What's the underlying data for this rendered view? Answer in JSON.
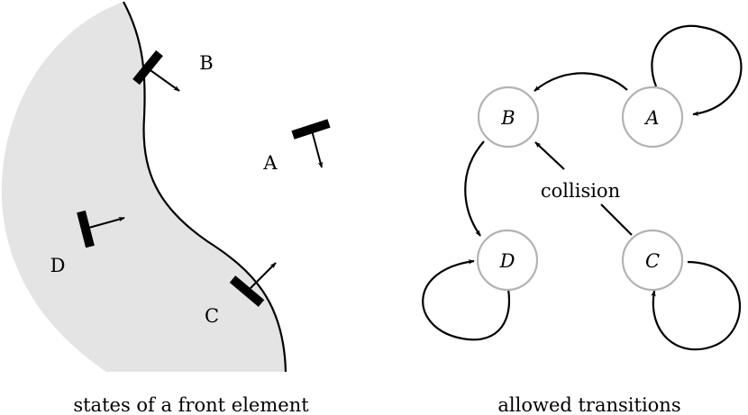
{
  "colors": {
    "region_fill": "#e4e4e4",
    "stroke": "#000000",
    "node_stroke": "#b3b3b3",
    "node_fill": "#ffffff"
  },
  "left_panel": {
    "caption": "states of a front element",
    "elements": [
      {
        "id": "A",
        "label": "A"
      },
      {
        "id": "B",
        "label": "B"
      },
      {
        "id": "C",
        "label": "C"
      },
      {
        "id": "D",
        "label": "D"
      }
    ]
  },
  "right_panel": {
    "caption": "allowed transitions",
    "nodes": [
      {
        "id": "A",
        "label": "A"
      },
      {
        "id": "B",
        "label": "B"
      },
      {
        "id": "C",
        "label": "C"
      },
      {
        "id": "D",
        "label": "D"
      }
    ],
    "edges": [
      {
        "from": "A",
        "to": "A",
        "label": ""
      },
      {
        "from": "A",
        "to": "B",
        "label": ""
      },
      {
        "from": "B",
        "to": "D",
        "label": ""
      },
      {
        "from": "D",
        "to": "D",
        "label": ""
      },
      {
        "from": "C",
        "to": "B",
        "label": "collision"
      },
      {
        "from": "C",
        "to": "C",
        "label": ""
      }
    ]
  }
}
